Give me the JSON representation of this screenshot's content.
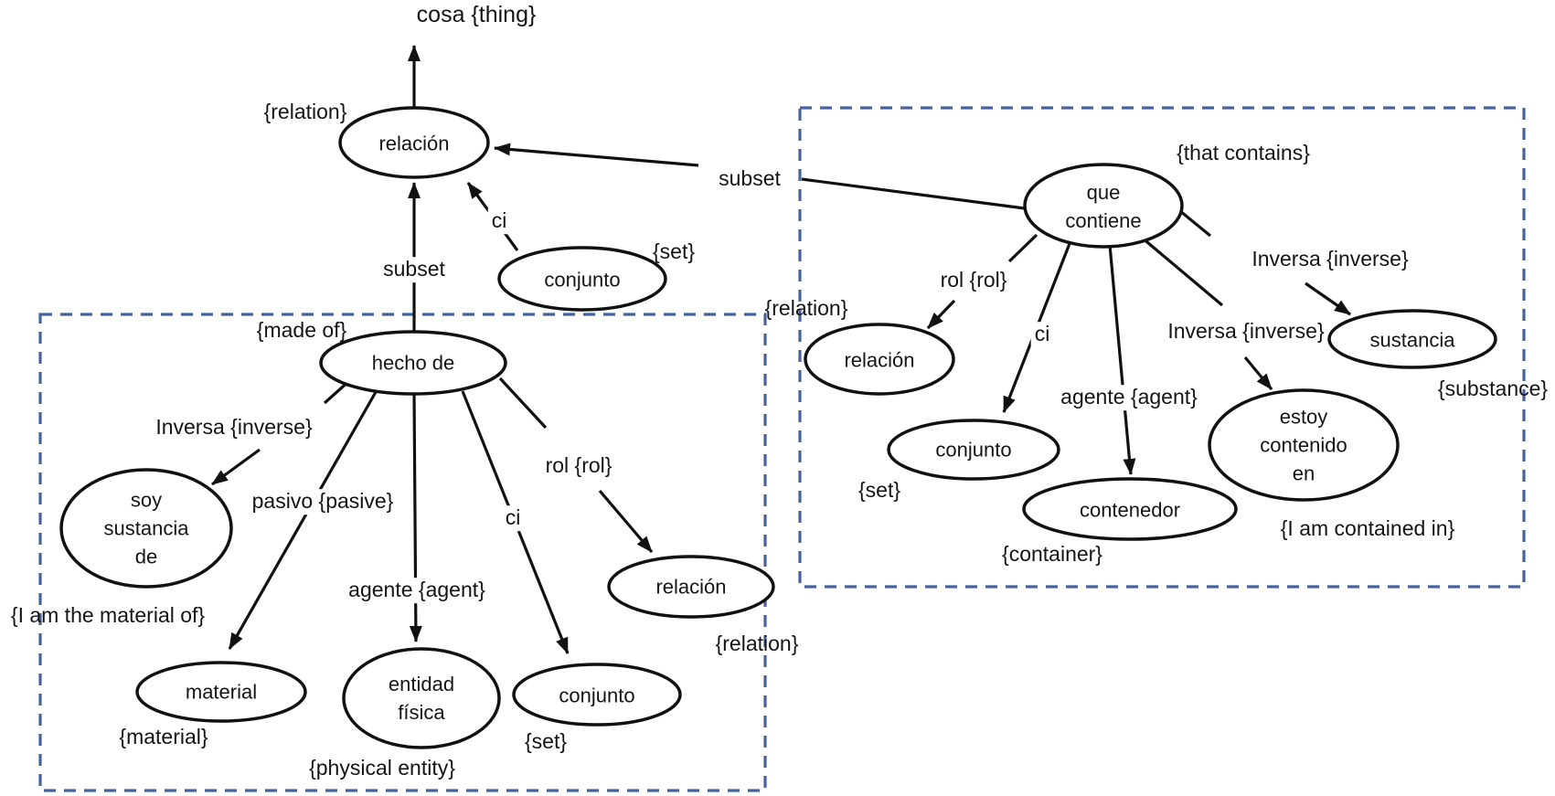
{
  "diagram": {
    "top_concept": "cosa {thing}",
    "colors": {
      "edge_line": "#111111",
      "ellipse_stroke": "#111111",
      "group_box_dash": "#4663a0",
      "text": "#151515",
      "background": "#ffffff"
    },
    "nodes": {
      "relacion_top": "relación",
      "conjunto_top": "conjunto",
      "hecho_de": "hecho de",
      "soy_sustancia_de": "soy sustancia de",
      "material": "material",
      "entidad_fisica": "entidad física",
      "conjunto_left": "conjunto",
      "relacion_left": "relación",
      "que_contiene": "que contiene",
      "relacion_right": "relación",
      "conjunto_right": "conjunto",
      "contenedor": "contenedor",
      "estoy_contenido_en": "estoy contenido en",
      "sustancia": "sustancia"
    },
    "glosses": {
      "relation_top": "{relation}",
      "set_top": "{set}",
      "made_of": "{made of}",
      "i_am_the_material_of": "{I am the material of}",
      "material": "{material}",
      "physical_entity": "{physical entity}",
      "set_left": "{set}",
      "relation_left": "{relation}",
      "that_contains": "{that contains}",
      "relation_right": "{relation}",
      "set_right": "{set}",
      "container": "{container}",
      "substance": "{substance}",
      "i_am_contained_in": "{I am contained in}"
    },
    "edge_labels": {
      "subset_left": "subset",
      "subset_right": "subset",
      "ci_top": "ci",
      "ci_left": "ci",
      "ci_right": "ci",
      "inversa_left": "Inversa {inverse}",
      "inversa_sustancia": "Inversa {inverse}",
      "inversa_estoy": "Inversa {inverse}",
      "pasivo": "pasivo {pasive}",
      "agente_left": "agente {agent}",
      "agente_right": "agente {agent}",
      "rol_left": "rol {rol}",
      "rol_right": "rol {rol}"
    }
  }
}
